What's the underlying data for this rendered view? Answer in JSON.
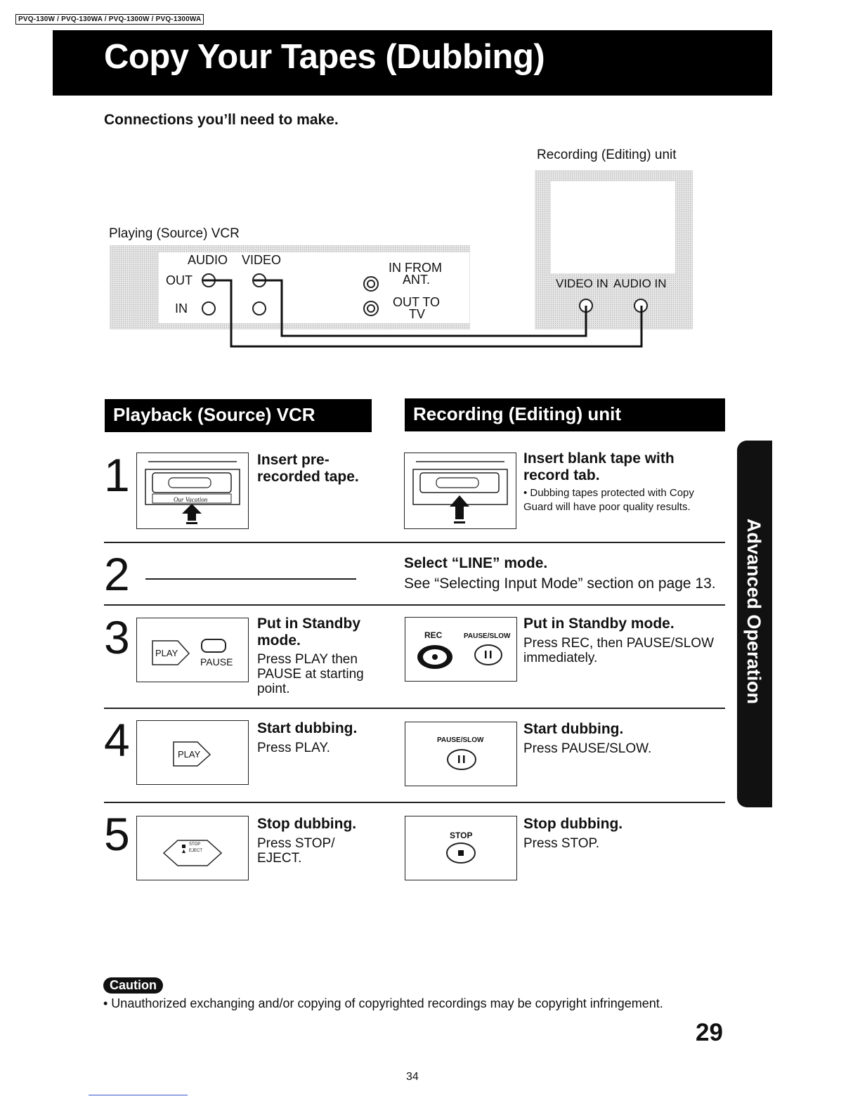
{
  "header": {
    "models": "PVQ-130W / PVQ-130WA / PVQ-1300W / PVQ-1300WA",
    "title": "Copy Your Tapes (Dubbing)"
  },
  "connections": {
    "heading": "Connections you’ll need to make.",
    "recording_unit_label": "Recording (Editing) unit",
    "playing_vcr_label": "Playing (Source) VCR",
    "audio": "AUDIO",
    "video": "VIDEO",
    "out": "OUT",
    "in": "IN",
    "in_from": "IN FROM",
    "ant": "ANT.",
    "out_to": "OUT TO",
    "tv": "TV",
    "video_in": "VIDEO IN",
    "audio_in": "AUDIO IN"
  },
  "sections": {
    "playback": "Playback (Source) VCR",
    "recording": "Recording (Editing) unit"
  },
  "steps": [
    {
      "number": "1",
      "left": {
        "title": "Insert pre-\nrecorded tape.",
        "body": "",
        "illustration_text": "Our Vacation"
      },
      "right": {
        "title": "Insert blank tape with record tab.",
        "body": "• Dubbing tapes protected with Copy Guard will have poor quality results."
      }
    },
    {
      "number": "2",
      "right": {
        "title": "Select “LINE” mode.",
        "body": "See “Selecting Input Mode” section on page 13."
      }
    },
    {
      "number": "3",
      "left": {
        "title": "Put in Standby mode.",
        "body": "Press PLAY then PAUSE at starting point.",
        "play": "PLAY",
        "pause": "PAUSE"
      },
      "right": {
        "title": "Put in Standby mode.",
        "body": "Press REC, then PAUSE/SLOW immediately.",
        "rec": "REC",
        "pause_slow": "PAUSE/SLOW"
      }
    },
    {
      "number": "4",
      "left": {
        "title": "Start dubbing.",
        "body": "Press PLAY.",
        "play": "PLAY"
      },
      "right": {
        "title": "Start dubbing.",
        "body": "Press PAUSE/SLOW.",
        "pause_slow": "PAUSE/SLOW"
      }
    },
    {
      "number": "5",
      "left": {
        "title": "Stop dubbing.",
        "body": "Press STOP/\nEJECT.",
        "stop": "STOP",
        "eject": "EJECT"
      },
      "right": {
        "title": "Stop dubbing.",
        "body": "Press STOP.",
        "stop": "STOP"
      }
    }
  ],
  "side_tab": "Advanced Operation",
  "caution": {
    "label": "Caution",
    "text": "• Unauthorized exchanging and/or copying of copyrighted recordings may be copyright infringement."
  },
  "page_number": "29",
  "footer_number": "34",
  "colors": {
    "ink": "#111111",
    "panel_gray": "#d9d9d9",
    "link_rule": "#3355cc"
  }
}
